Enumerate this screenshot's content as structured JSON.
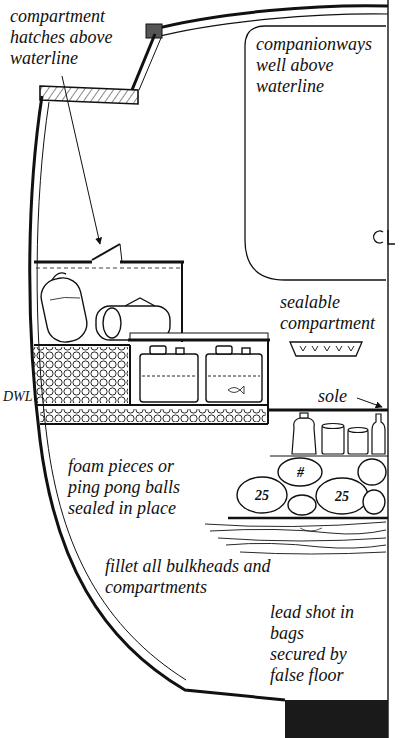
{
  "diagram": {
    "labels": [
      "compartment hatches above waterline",
      "companionways well above waterline",
      "sealable compartment",
      "sole",
      "DWL",
      "foam pieces or ping pong balls sealed in place",
      "#",
      "25",
      "25",
      "fillet all bulkheads and compartments",
      "lead shot in bags secured by false floor"
    ]
  }
}
